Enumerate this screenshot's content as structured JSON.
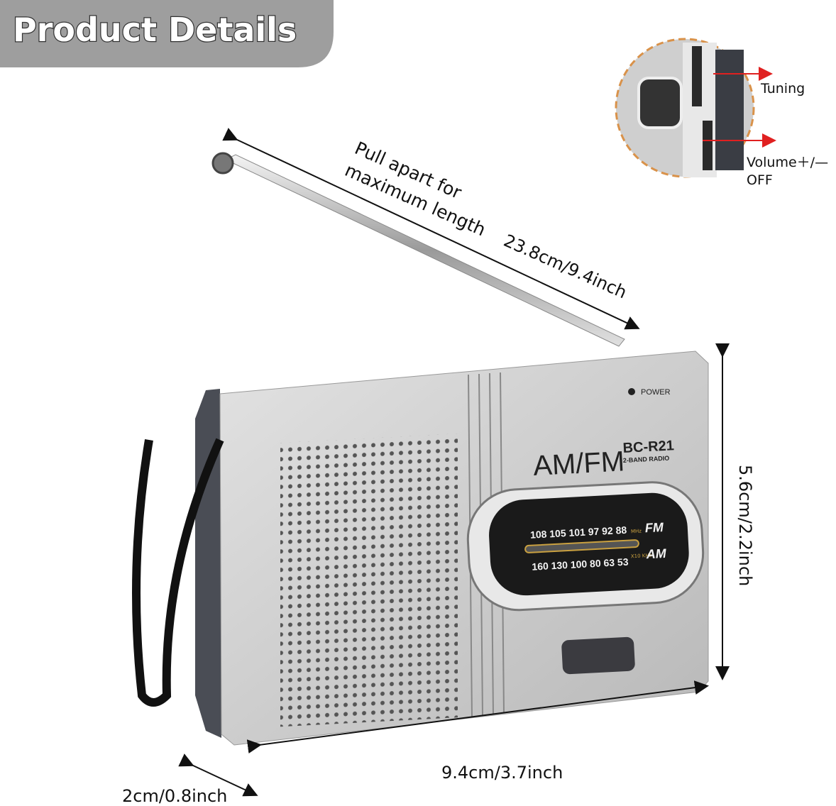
{
  "banner": {
    "title": "Product Details"
  },
  "callouts": {
    "tuning": "Tuning",
    "volume": "Volume＋/—",
    "off": "OFF"
  },
  "antenna": {
    "note_line1": "Pull apart for",
    "note_line2": "maximum length",
    "length": "23.8cm/9.4inch"
  },
  "dimensions": {
    "height": "5.6cm/2.2inch",
    "width": "9.4cm/3.7inch",
    "depth": "2cm/0.8inch"
  },
  "radio": {
    "brand": "AM/FM",
    "model": "BC-R21",
    "subtitle": "2-BAND RADIO",
    "power_label": "POWER",
    "fm_scale": "108 105 101 97 92 88",
    "fm_unit": "MHz",
    "fm_band": "FM",
    "am_scale": "160 130 100 80 63 53",
    "am_unit": "X10 KHz",
    "am_band": "AM"
  },
  "colors": {
    "banner": "#9e9e9e",
    "arrow": "#e02020",
    "body": "#c9c9c9"
  }
}
